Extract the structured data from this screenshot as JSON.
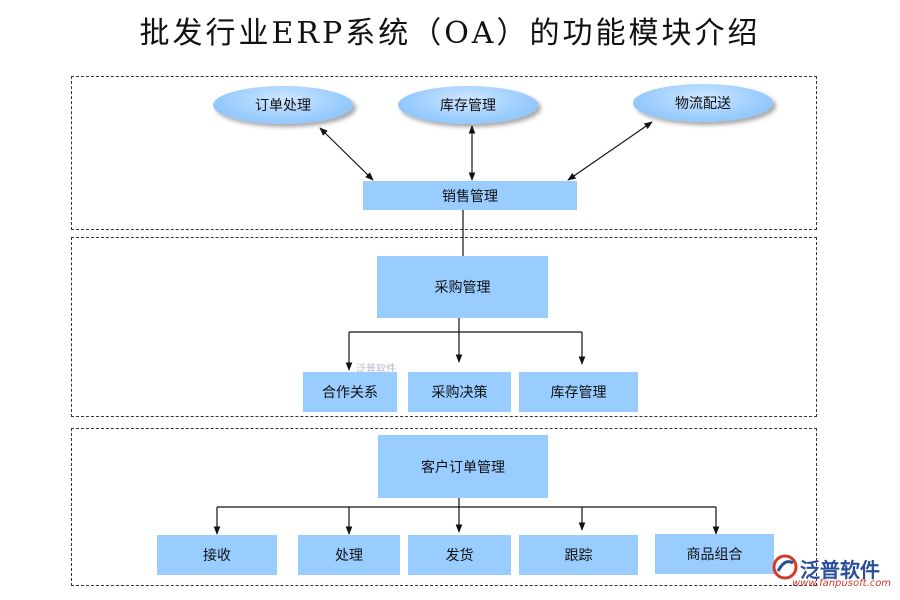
{
  "title": "批发行业ERP系统（OA）的功能模块介绍",
  "top_section": {
    "ellipses": [
      "订单处理",
      "库存管理",
      "物流配送"
    ],
    "center": "销售管理"
  },
  "middle_section": {
    "center": "采购管理",
    "children": [
      "合作关系",
      "采购决策",
      "库存管理"
    ]
  },
  "bottom_section": {
    "center": "客户订单管理",
    "children": [
      "接收",
      "处理",
      "发货",
      "跟踪",
      "商品组合"
    ]
  },
  "watermark": "泛普软件",
  "logo": {
    "name": "泛普软件",
    "url": "www.fanpusoft.com"
  },
  "colors": {
    "box_fill": "#99ccff",
    "border": "#333333",
    "logo_blue": "#2a4f9a",
    "logo_red": "#d23b2a"
  }
}
